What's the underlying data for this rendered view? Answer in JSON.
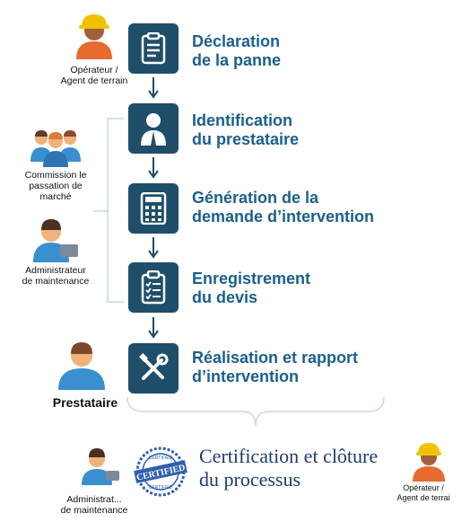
{
  "steps": [
    {
      "line1": "Déclaration",
      "line2": "de la panne",
      "icon": "document-icon"
    },
    {
      "line1": "Identification",
      "line2": "du prestataire",
      "icon": "person-icon"
    },
    {
      "line1": "Génération de la",
      "line2": "demande d’intervention",
      "icon": "calculator-icon"
    },
    {
      "line1": "Enregistrement",
      "line2": "du devis",
      "icon": "clipboard-checklist-icon"
    },
    {
      "line1": "Réalisation et rapport",
      "line2": "d’intervention",
      "icon": "tools-icon"
    }
  ],
  "roles": {
    "operator_top": {
      "line1": "Opérateur /",
      "line2": "Agent de terrain"
    },
    "commission": {
      "line1": "Commission le",
      "line2": "passation de",
      "line3": "marché"
    },
    "admin": {
      "line1": "Administrateur",
      "line2": "de maintenance"
    },
    "prestataire": "Prestataire",
    "admin_bottom": {
      "line1": "Administrat...",
      "line2": "de maintenance"
    },
    "operator_bottom": {
      "line1": "Opérateur /",
      "line2": "Agent de terrai"
    }
  },
  "final_step": {
    "line1": "Certification et clôture",
    "line2": "du processus"
  },
  "stamp": {
    "top": "CERTIFIED",
    "main": "CERTIFIED",
    "bottom": "CERTIFIED"
  },
  "colors": {
    "box": "#1f4e6b",
    "title": "#1b5f8e",
    "final": "#1f3d6b",
    "stamp": "#2f5fb0",
    "helmet": "#f2c200",
    "shirt_orange": "#e86a2c"
  }
}
